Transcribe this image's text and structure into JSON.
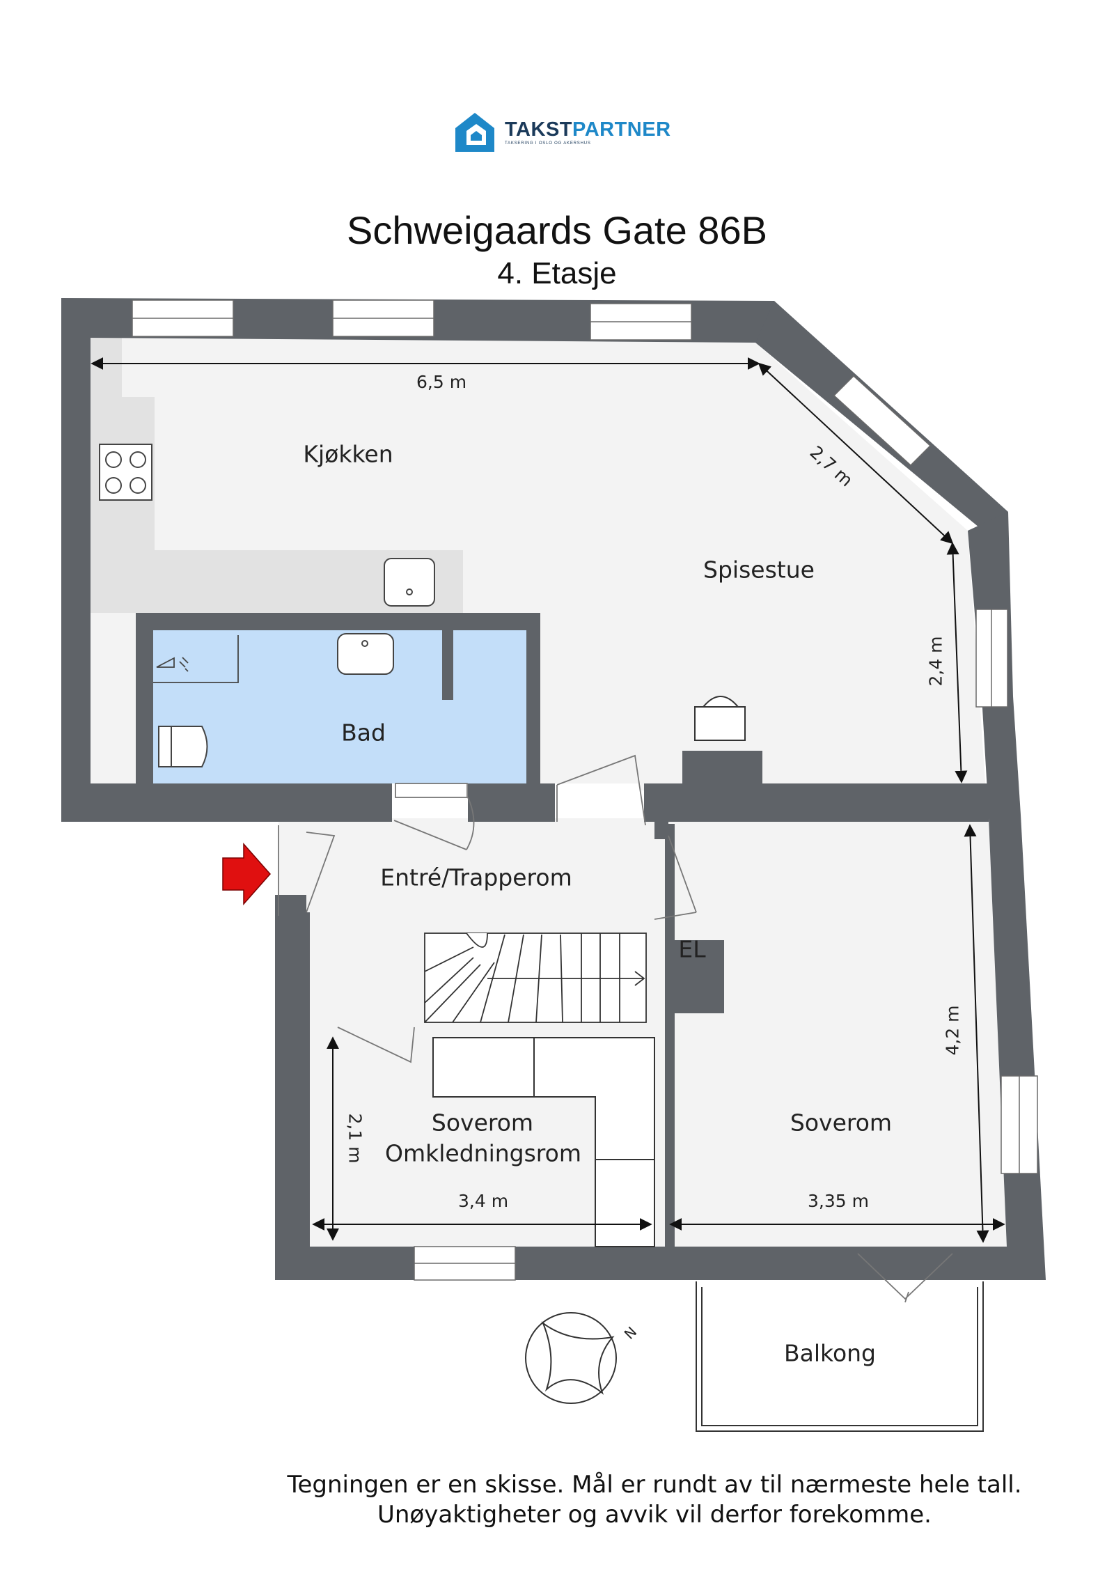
{
  "logo": {
    "name_part1": "TAKST",
    "name_part2": "PARTNER",
    "tagline": "TAKSERING I OSLO OG AKERSHUS"
  },
  "header": {
    "title": "Schweigaards Gate 86B",
    "floor": "4. Etasje"
  },
  "rooms": {
    "kitchen": "Kjøkken",
    "dining": "Spisestue",
    "bath": "Bad",
    "entry": "Entré/Trapperom",
    "el": "EL",
    "bedroom_small": "Soverom",
    "dressing": "Omkledningsrom",
    "bedroom_large": "Soverom",
    "balcony": "Balkong"
  },
  "dimensions": {
    "kitchen_width": "6,5 m",
    "diagonal": "2,7 m",
    "dining_height": "2,4 m",
    "bedroom_large_height": "4,2 m",
    "bedroom_small_height": "2,1 m",
    "bedroom_small_width": "3,4 m",
    "bedroom_large_width": "3,35 m"
  },
  "compass": {
    "north": "N"
  },
  "footer": {
    "line1": "Tegningen er en skisse. Mål er rundt av til nærmeste hele tall.",
    "line2": "Unøyaktigheter og avvik vil derfor forekomme."
  },
  "colors": {
    "wall": "#5f6368",
    "floor": "#f3f3f3",
    "bath": "#c3def9",
    "counter": "#e2e2e2",
    "entry_arrow": "#e01010",
    "logo_dark": "#1b3a5a",
    "logo_blue": "#1e88c8"
  }
}
